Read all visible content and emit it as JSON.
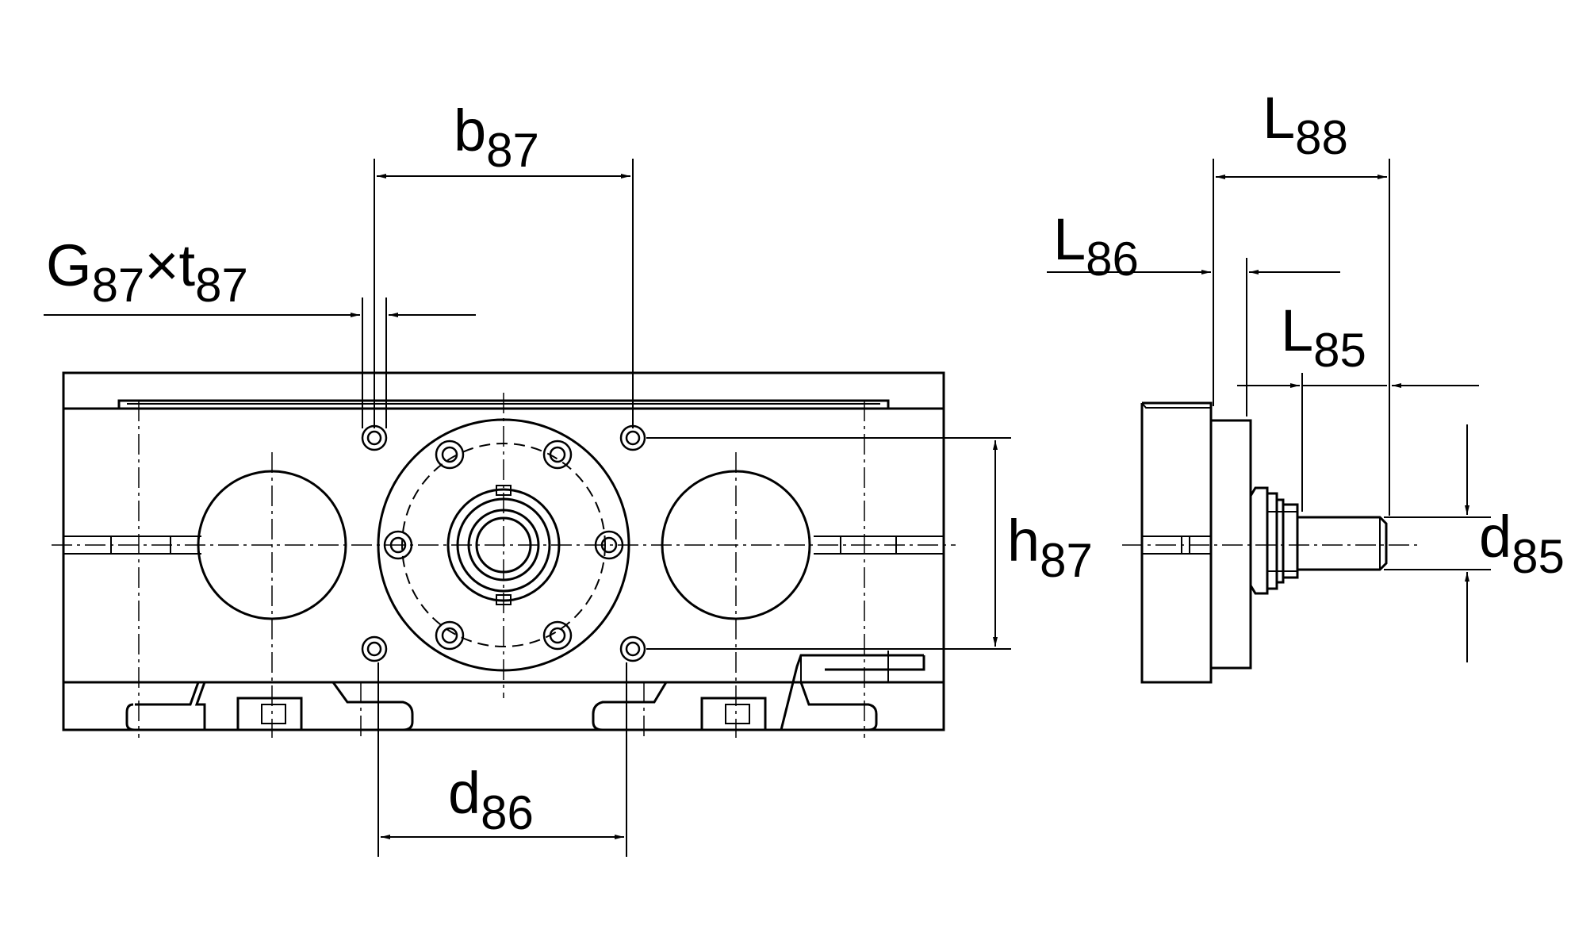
{
  "diagram": {
    "colors": {
      "line": "#000000",
      "background": "#ffffff"
    },
    "dimensions": {
      "b87": {
        "symbol": "b",
        "subscript": "87"
      },
      "g87_t87": {
        "symbol": "G",
        "subscript": "87",
        "operator": "×",
        "symbol2": "t",
        "subscript2": "87"
      },
      "h87": {
        "symbol": "h",
        "subscript": "87"
      },
      "d86": {
        "symbol": "d",
        "subscript": "86"
      },
      "l88": {
        "symbol": "L",
        "subscript": "88"
      },
      "l86": {
        "symbol": "L",
        "subscript": "86"
      },
      "l85": {
        "symbol": "L",
        "subscript": "85"
      },
      "d85": {
        "symbol": "d",
        "subscript": "85"
      }
    }
  }
}
